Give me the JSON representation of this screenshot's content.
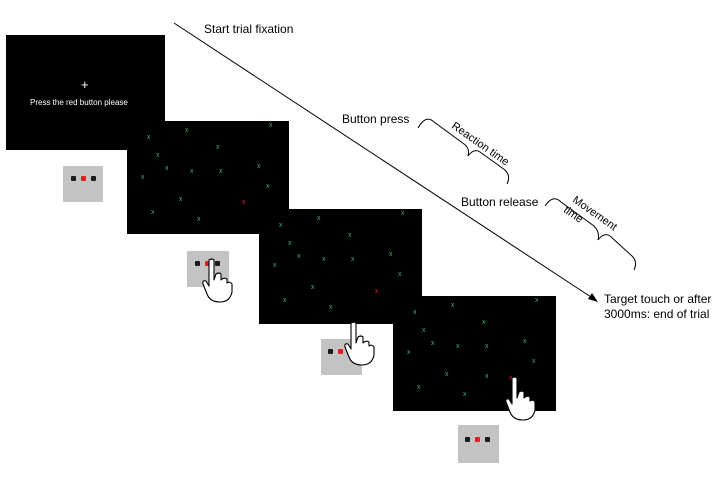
{
  "labels": {
    "start": "Start trial fixation",
    "button_press": "Button press",
    "button_release": "Button release",
    "reaction_time": "Reaction time",
    "movement_time_line1": "Movement",
    "movement_time_line2": "time",
    "end_line1": "Target touch or after",
    "end_line2": "3000ms: end of trial"
  },
  "fixation": {
    "symbol": "+",
    "instruction": "Press the  red button  please"
  },
  "stimulus": {
    "distractor_symbol": "x",
    "target_symbol": "x"
  },
  "colors": {
    "screen_bg": "#000000",
    "distractor": "#3cb46e",
    "target": "#e0201c",
    "panel_bg": "#c3c3c3",
    "button_off": "#1a1a1a",
    "button_red": "#e0201c"
  },
  "icons": [
    "hand-pointer-icon"
  ]
}
